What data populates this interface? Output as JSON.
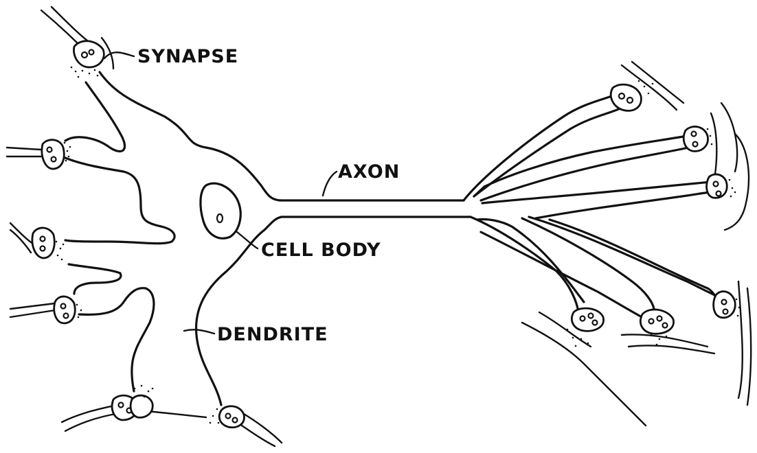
{
  "labels": {
    "synapse": "SYNAPSE",
    "axon": "AXON",
    "cell_body": "CELL BODY",
    "dendrite": "DENDRITE"
  },
  "colors": {
    "ink": "#111111",
    "paper": "#ffffff"
  }
}
